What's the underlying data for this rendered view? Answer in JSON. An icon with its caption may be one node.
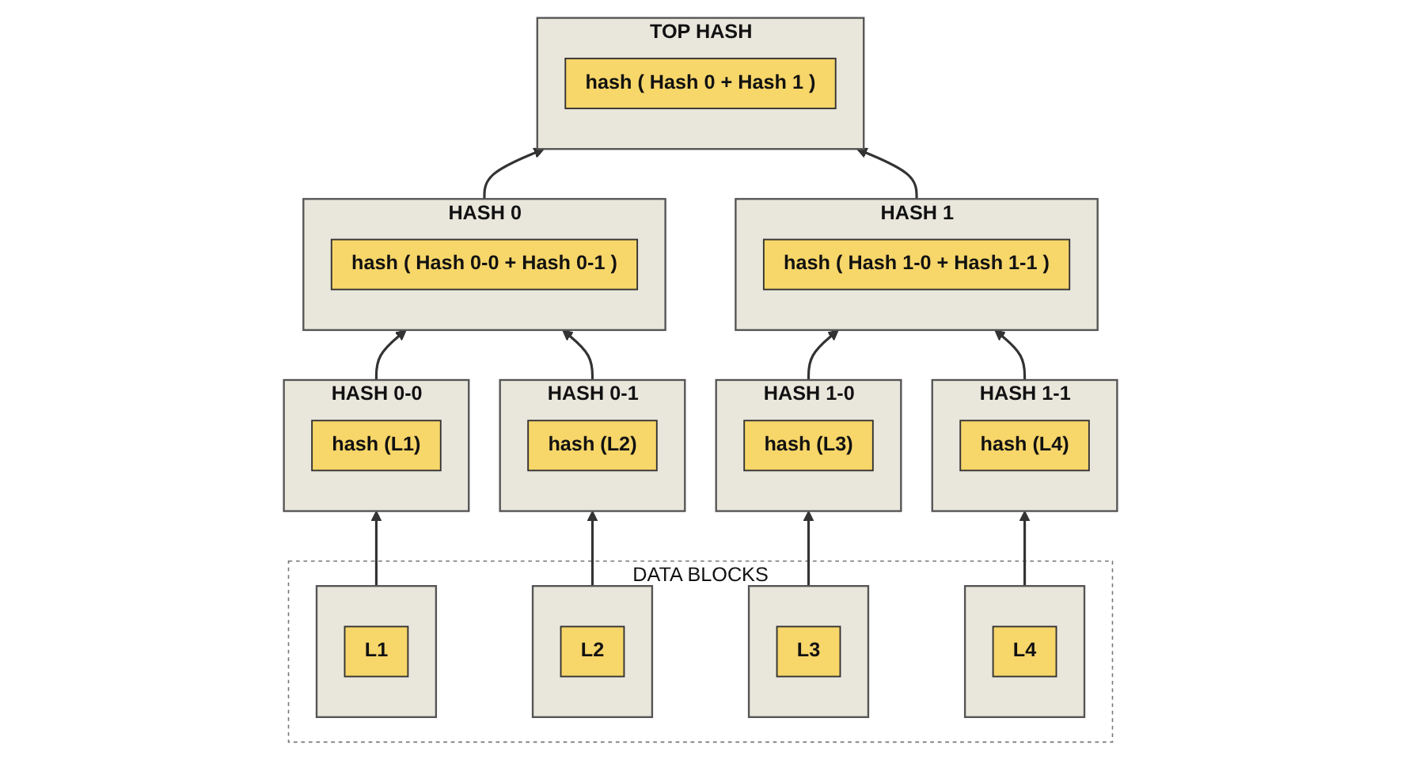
{
  "diagram": {
    "nodes": [
      {
        "text": [
          "TOP HASH"
        ]
      },
      {
        "text": [
          "hash ( Hash 0 + Hash 1 )"
        ],
        "in": 0
      },
      {
        "text": [
          "HASH 0"
        ]
      },
      {
        "text": [
          "hash ( Hash 0-0 + Hash 0-1 )"
        ],
        "in": 2
      },
      {
        "text": [
          "HASH 1"
        ]
      },
      {
        "text": [
          "hash ( Hash 1-0 + Hash 1-1 )"
        ],
        "in": 4
      },
      {
        "text": [
          "HASH 0-0"
        ]
      },
      {
        "text": [
          "hash (L1)"
        ],
        "in": 6
      },
      {
        "text": [
          "HASH 0-1"
        ]
      },
      {
        "text": [
          "hash (L2)"
        ],
        "in": 8
      },
      {
        "text": [
          "HASH 1-0"
        ]
      },
      {
        "text": [
          "hash (L3)"
        ],
        "in": 10
      },
      {
        "text": [
          "HASH 1-1"
        ]
      },
      {
        "text": [
          "hash (L4)"
        ],
        "in": 12
      },
      {
        "text": [
          "DATA BLOCKS"
        ]
      },
      {
        "text": [],
        "shape": "box",
        "in": 14
      },
      {
        "text": [
          "L1"
        ],
        "in": 15
      },
      {
        "text": [],
        "shape": "box",
        "in": 14
      },
      {
        "text": [
          "L2"
        ],
        "in": 17
      },
      {
        "text": [],
        "shape": "box",
        "in": 14
      },
      {
        "text": [
          "L3"
        ],
        "in": 19
      },
      {
        "text": [],
        "shape": "box",
        "in": 14
      },
      {
        "text": [
          "L4"
        ],
        "in": 21
      }
    ],
    "edges": [
      {
        "from": 15,
        "to": 6,
        "arrow": "to"
      },
      {
        "from": 17,
        "to": 8,
        "arrow": "to"
      },
      {
        "from": 19,
        "to": 10,
        "arrow": "to"
      },
      {
        "from": 21,
        "to": 12,
        "arrow": "to"
      },
      {
        "from": 6,
        "to": 2,
        "arrow": "to"
      },
      {
        "from": 8,
        "to": 2,
        "arrow": "to"
      },
      {
        "from": 10,
        "to": 4,
        "arrow": "to"
      },
      {
        "from": 12,
        "to": 4,
        "arrow": "to"
      },
      {
        "from": 2,
        "to": 0,
        "arrow": "to"
      },
      {
        "from": 4,
        "to": 0,
        "arrow": "to"
      }
    ]
  }
}
